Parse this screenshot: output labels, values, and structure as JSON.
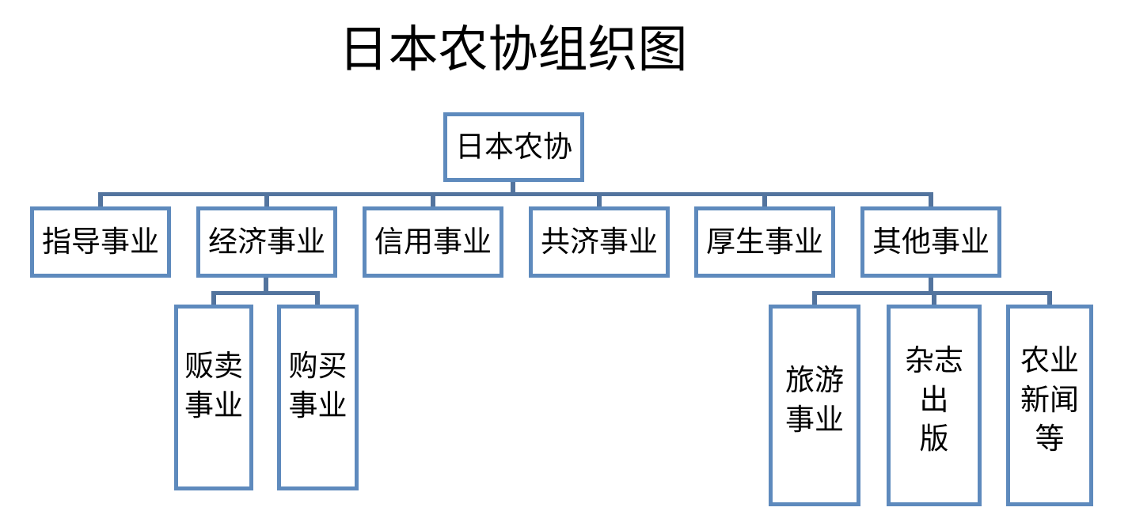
{
  "title": "日本农协组织图",
  "colors": {
    "box_border": "#5e8abd",
    "connector_line": "#53749e",
    "text": "#000000",
    "background": "#ffffff"
  },
  "tree": {
    "root": {
      "label": "日本农协"
    },
    "children": [
      {
        "label": "指导事业",
        "children": []
      },
      {
        "label": "经济事业",
        "children": [
          {
            "label": "贩卖\n事业"
          },
          {
            "label": "购买\n事业"
          }
        ]
      },
      {
        "label": "信用事业",
        "children": []
      },
      {
        "label": "共济事业",
        "children": []
      },
      {
        "label": "厚生事业",
        "children": []
      },
      {
        "label": "其他事业",
        "children": [
          {
            "label": "旅游\n事业"
          },
          {
            "label": "杂志出\n版"
          },
          {
            "label": "农业\n新闻\n等"
          }
        ]
      }
    ]
  }
}
